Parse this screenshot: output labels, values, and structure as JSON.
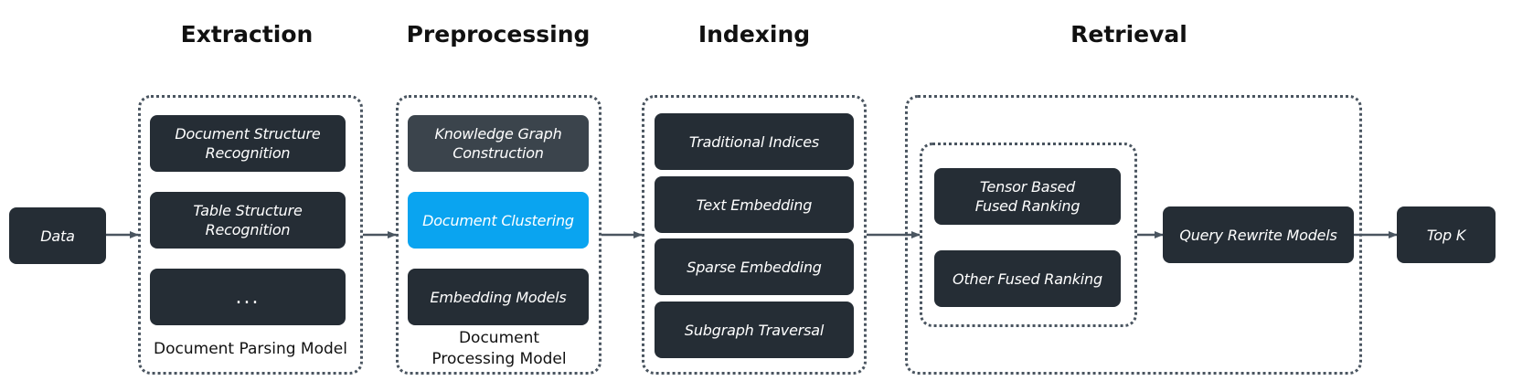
{
  "headings": {
    "extraction": "Extraction",
    "preprocessing": "Preprocessing",
    "indexing": "Indexing",
    "retrieval": "Retrieval"
  },
  "data_node": "Data",
  "extraction": {
    "items": [
      "Document Structure\nRecognition",
      "Table Structure\nRecognition",
      "..."
    ],
    "caption": "Document Parsing Model"
  },
  "preprocessing": {
    "items": [
      "Knowledge Graph\nConstruction",
      "Document Clustering",
      "Embedding Models"
    ],
    "caption": "Document\nProcessing Model"
  },
  "indexing": {
    "items": [
      "Traditional Indices",
      "Text Embedding",
      "Sparse Embedding",
      "Subgraph Traversal"
    ]
  },
  "retrieval": {
    "fused": [
      "Tensor Based\nFused Ranking",
      "Other Fused Ranking"
    ],
    "rewrite": "Query Rewrite Models"
  },
  "output_node": "Top K",
  "colors": {
    "node_dark": "#252d35",
    "node_mid": "#3b444c",
    "node_accent": "#0aa4f0",
    "arrow": "#4a5560"
  }
}
